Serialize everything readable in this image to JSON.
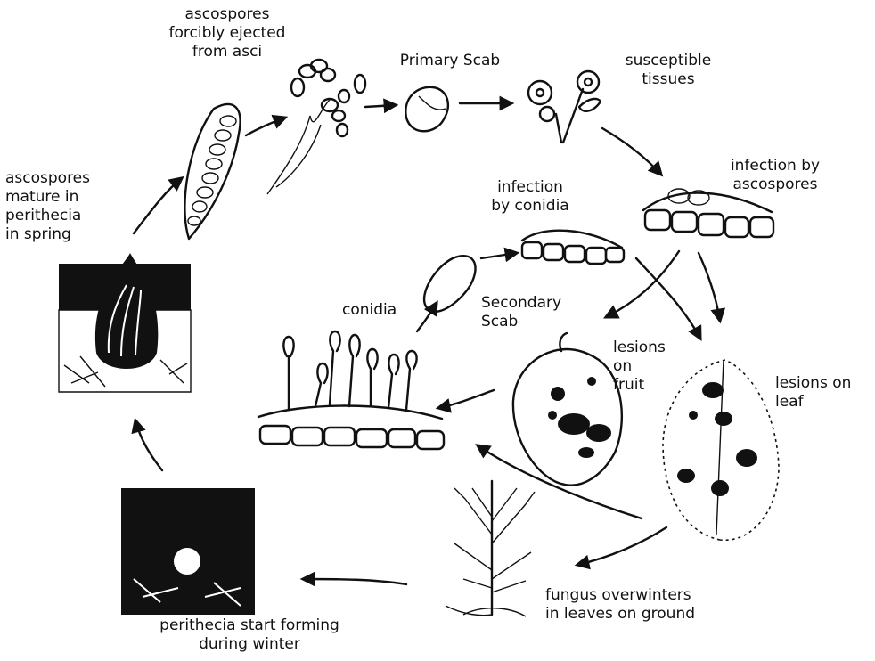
{
  "labels": {
    "ascospores_ejected": "ascospores\nforcibly ejected\nfrom asci",
    "primary_scab": "Primary Scab",
    "susceptible_tissues": "susceptible\ntissues",
    "infection_ascospores": "infection by\nascospores",
    "infection_conidia": "infection\nby conidia",
    "ascospores_mature": "ascospores\nmature in\nperithecia\nin spring",
    "conidia": "conidia",
    "secondary_scab": "Secondary\nScab",
    "lesions_fruit": "lesions\non\nfruit",
    "lesions_leaf": "lesions on\nleaf",
    "overwinters": "fungus overwinters\nin leaves on ground",
    "perithecia_forming": "perithecia start forming\nduring winter"
  },
  "colors": {
    "ink": "#111111",
    "background": "#ffffff"
  }
}
